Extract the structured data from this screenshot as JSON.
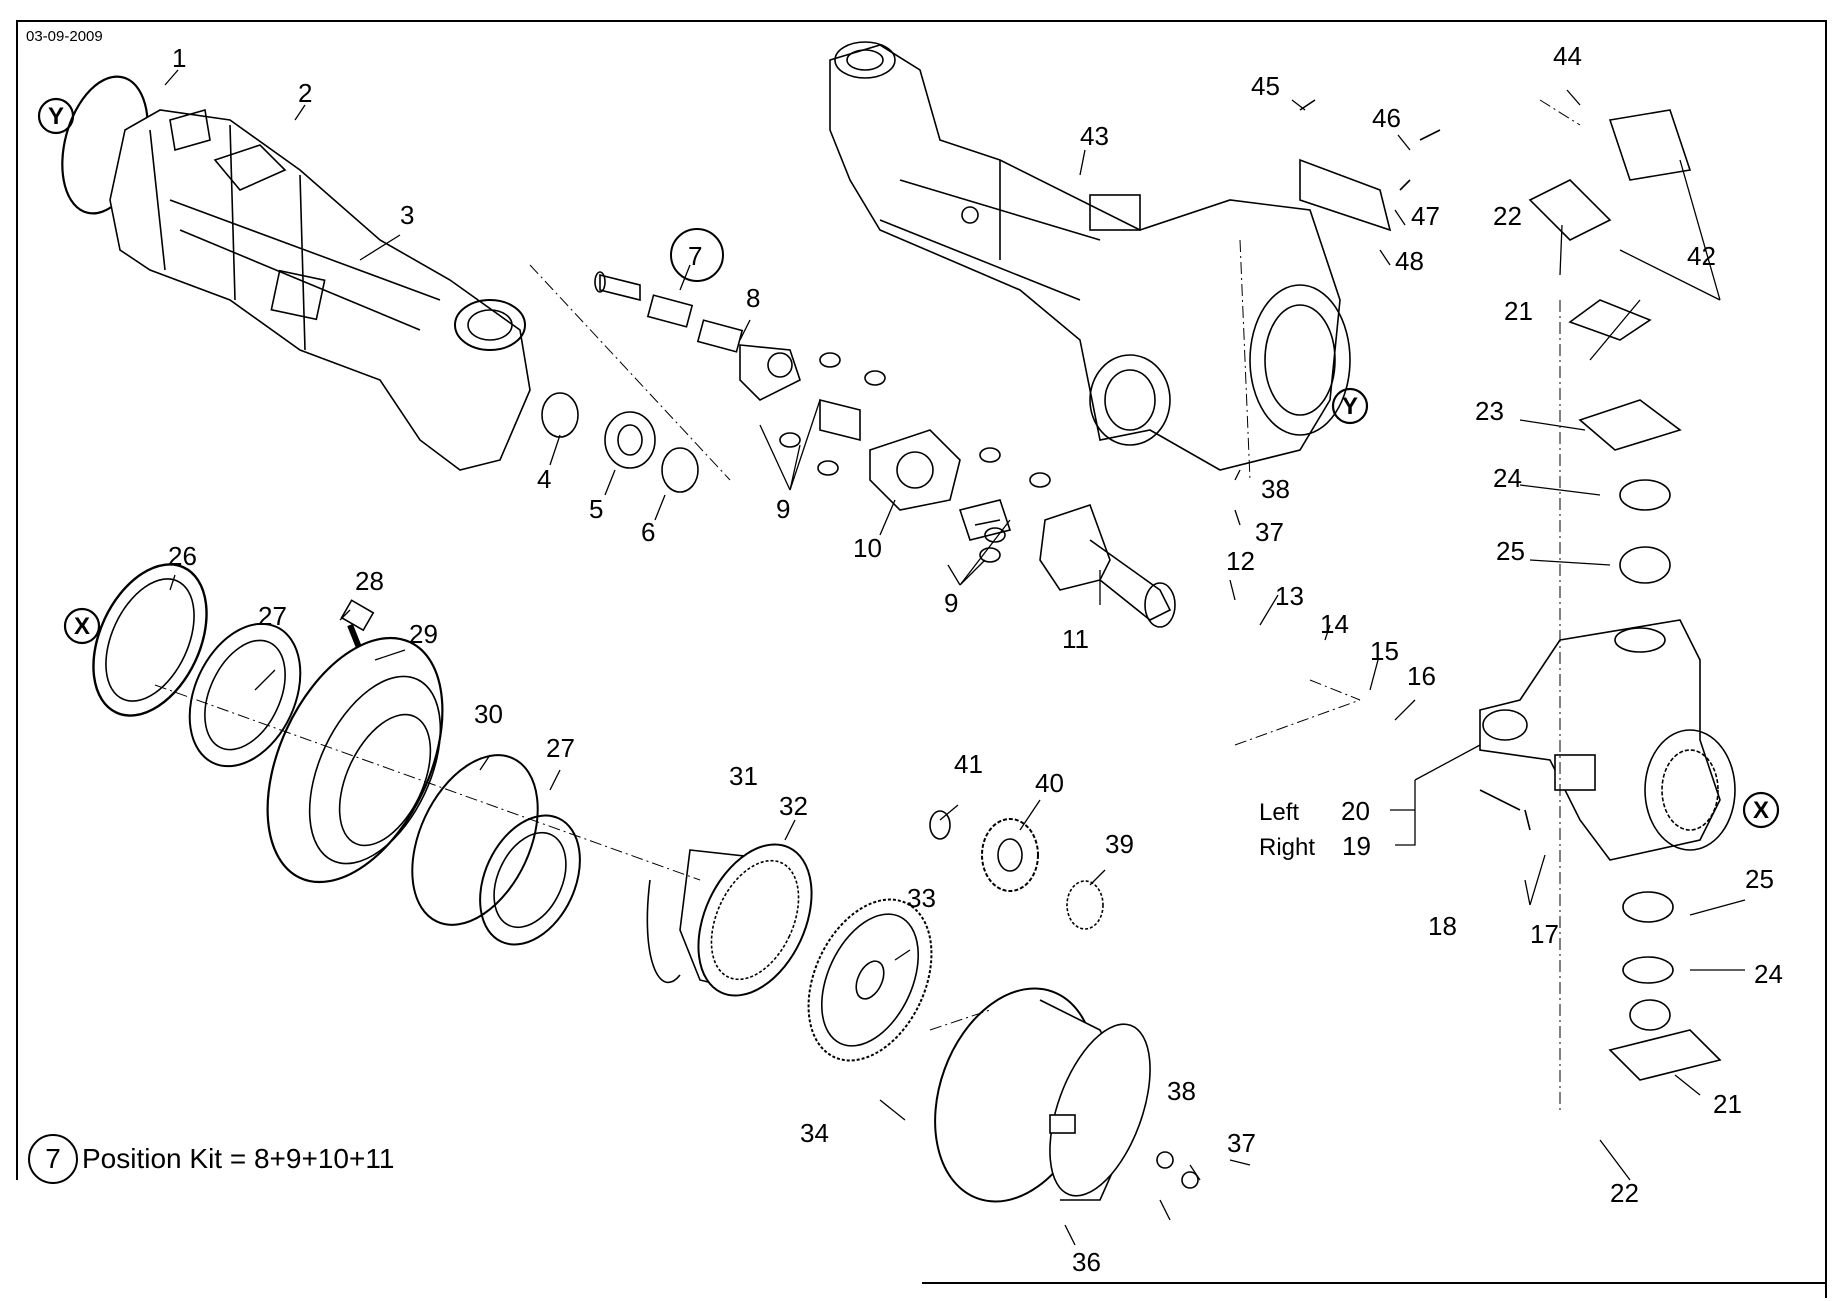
{
  "date": "03-09-2009",
  "kit_note": {
    "number": "7",
    "text": "Position Kit = 8+9+10+11"
  },
  "callouts": [
    "1",
    "2",
    "3",
    "4",
    "5",
    "6",
    "7",
    "8",
    "9",
    "9",
    "10",
    "11",
    "12",
    "13",
    "14",
    "15",
    "16",
    "17",
    "18",
    "19",
    "20",
    "21",
    "21",
    "22",
    "22",
    "23",
    "24",
    "24",
    "25",
    "25",
    "26",
    "27",
    "27",
    "28",
    "29",
    "30",
    "31",
    "32",
    "33",
    "34",
    "36",
    "37",
    "37",
    "38",
    "38",
    "39",
    "40",
    "41",
    "42",
    "43",
    "44",
    "45",
    "46",
    "47",
    "48"
  ],
  "side_labels": {
    "left": "Left",
    "right": "Right"
  },
  "markers": [
    "Y",
    "Y",
    "X",
    "X"
  ]
}
